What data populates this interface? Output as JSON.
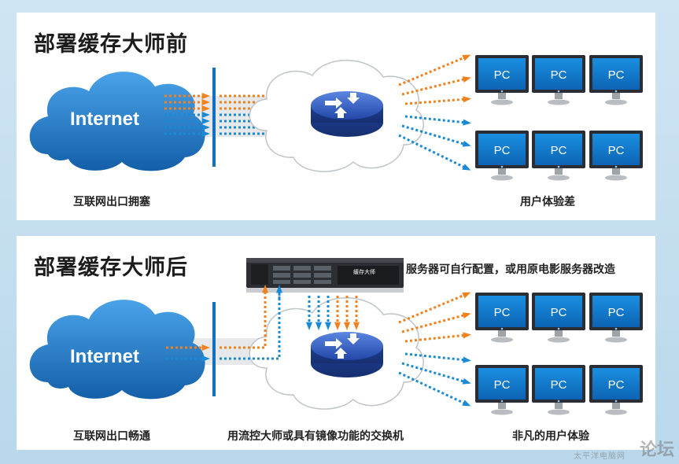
{
  "before": {
    "title": "部署缓存大师前",
    "internet_label": "Internet",
    "caption_left": "互联网出口拥塞",
    "caption_right": "用户体验差",
    "pc_label": "PC"
  },
  "after": {
    "title": "部署缓存大师后",
    "internet_label": "Internet",
    "server_brand": "缓存大师",
    "server_note": "服务器可自行配置，或用原电影服务器改造",
    "caption_left": "互联网出口畅通",
    "caption_middle": "用流控大师或具有镜像功能的交换机",
    "caption_right": "非凡的用户体验",
    "pc_label": "PC"
  },
  "watermark": {
    "text": "论坛",
    "subtext": "太平洋电脑网"
  },
  "colors": {
    "orange_flow": "#f0811e",
    "blue_flow": "#1a8ad4",
    "firewall": "#1270c4",
    "cloud_internet": "#1f82cf",
    "router": "#2552b8"
  }
}
